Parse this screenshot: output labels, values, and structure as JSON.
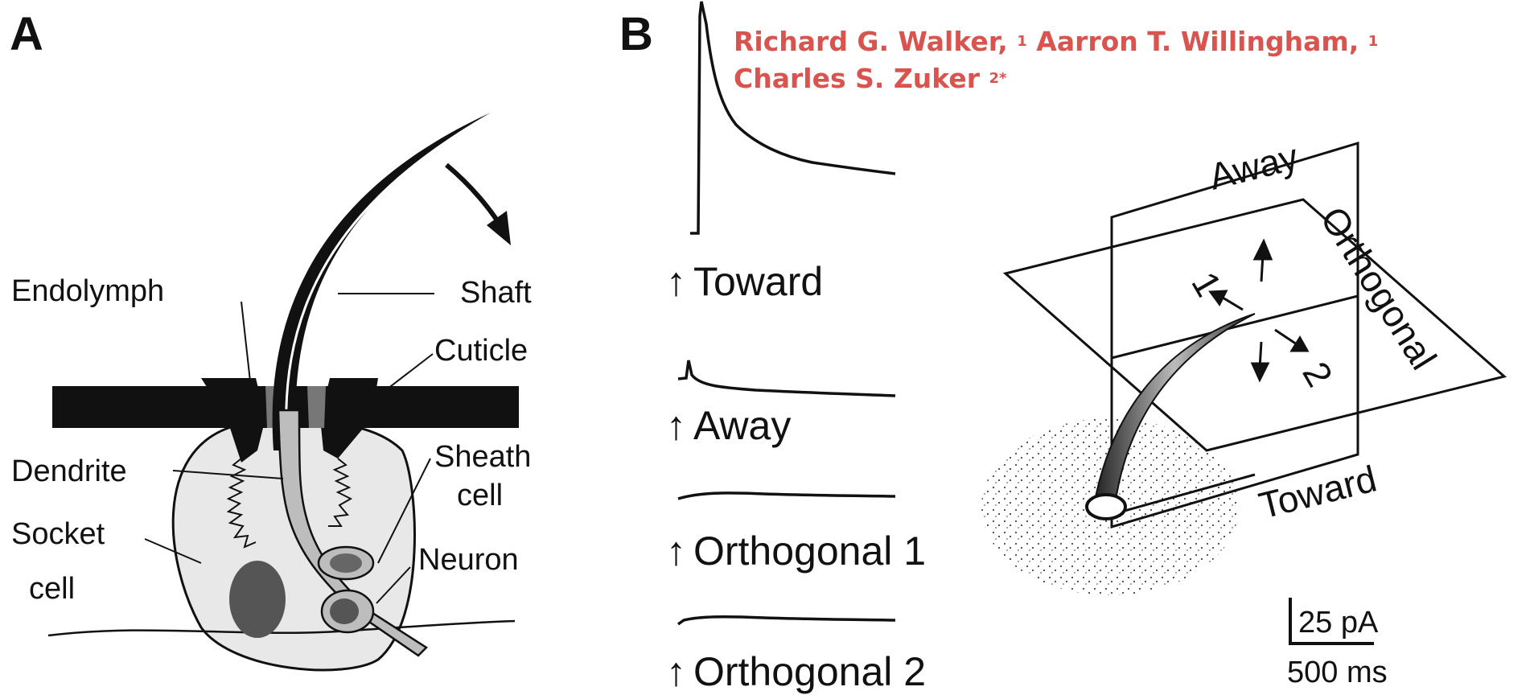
{
  "panels": {
    "a": "A",
    "b": "B"
  },
  "authors": {
    "name1": "Richard G. Walker,",
    "aff1": "1",
    "name2": "Aarron T. Willingham,",
    "aff2": "1",
    "name3": "Charles S. Zuker",
    "aff3": "2*"
  },
  "panel_a": {
    "endolymph": "Endolymph",
    "shaft": "Shaft",
    "cuticle": "Cuticle",
    "dendrite": "Dendrite",
    "sheath_line1": "Sheath",
    "sheath_line2": "cell",
    "neuron": "Neuron",
    "socket_line1": "Socket",
    "socket_line2": "cell"
  },
  "panel_b": {
    "traces": [
      {
        "label": "Toward"
      },
      {
        "label": "Away"
      },
      {
        "label": "Orthogonal 1"
      },
      {
        "label": "Orthogonal 2"
      }
    ],
    "plane_labels": {
      "away": "Away",
      "orthogonal": "Orthogonal",
      "toward": "Toward"
    },
    "arrow_labels": {
      "one": "1",
      "two": "2"
    },
    "scale_current": "25 pA",
    "scale_time": "500 ms"
  },
  "colors": {
    "ink": "#111111",
    "author_text": "#d9534f",
    "cell_fill": "#e6e6e6",
    "nucleus_fill": "#555555"
  }
}
